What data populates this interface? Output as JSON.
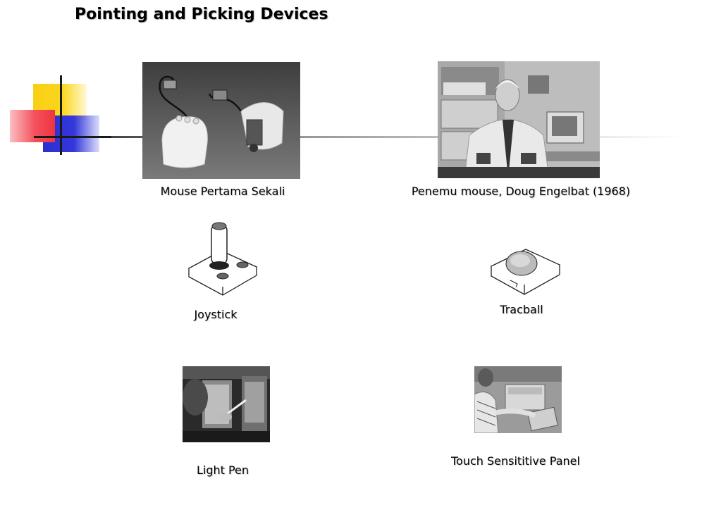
{
  "slide": {
    "title": "Pointing and Picking Devices"
  },
  "items": [
    {
      "caption": "Mouse Pertama Sekali",
      "image": "first-mouse-photo"
    },
    {
      "caption": "Penemu mouse, Doug Engelbat (1968)",
      "image": "engelbart-photo"
    },
    {
      "caption": "Joystick",
      "image": "joystick-drawing"
    },
    {
      "caption": "Tracball",
      "image": "trackball-drawing"
    },
    {
      "caption": "Light Pen",
      "image": "light-pen-photo"
    },
    {
      "caption": "Touch Sensititive Panel",
      "image": "touch-panel-photo"
    }
  ],
  "colors": {
    "deco_yellow": "#f9cf14",
    "deco_blue": "#2b2fd2",
    "deco_red": "#f5515d",
    "rule": "#444444"
  }
}
